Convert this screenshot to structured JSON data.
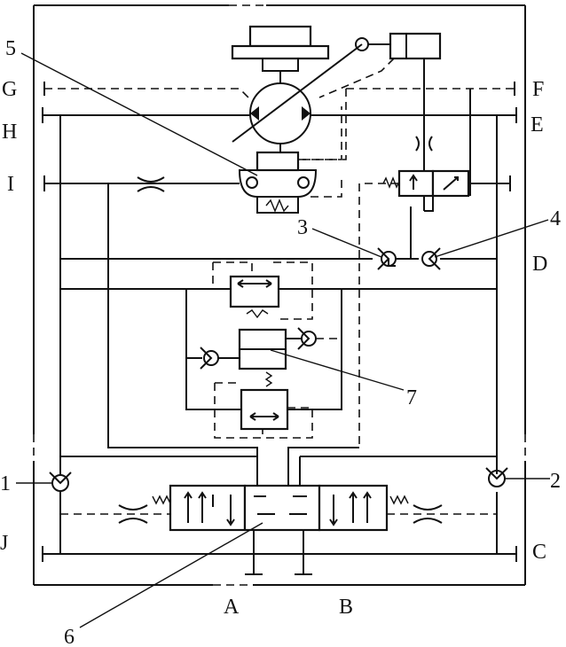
{
  "diagram": {
    "side_labels": {
      "G": "G",
      "H": "H",
      "I": "I",
      "J": "J",
      "F": "F",
      "E": "E",
      "D": "D",
      "C": "C",
      "A": "A",
      "B": "B"
    },
    "callouts": {
      "c1": "1",
      "c2": "2",
      "c3": "3",
      "c4": "4",
      "c5": "5",
      "c6": "6",
      "c7": "7"
    }
  }
}
